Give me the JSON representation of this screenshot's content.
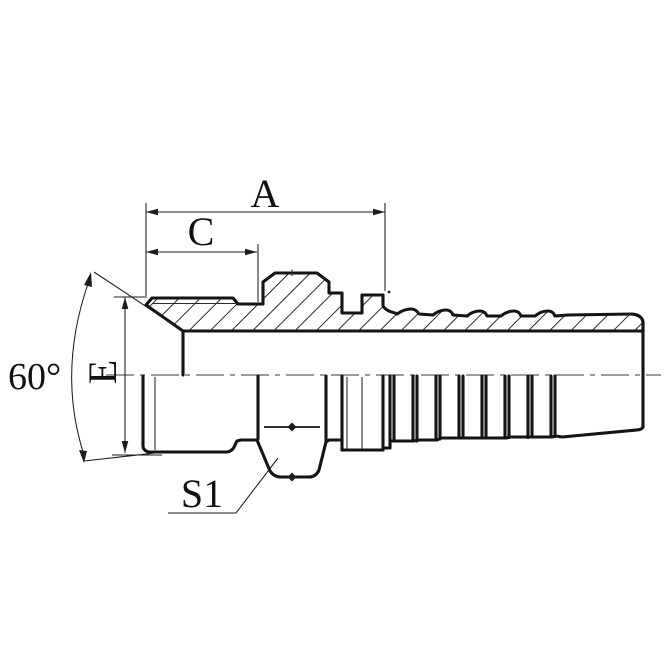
{
  "drawing": {
    "labels": {
      "dim_a": "A",
      "dim_c": "C",
      "dim_e": "E",
      "angle": "60°",
      "hex": "S1"
    },
    "colors": {
      "line": "#141414",
      "dimension": "#1c1c1c",
      "centerline": "#3a3a3a",
      "background": "#ffffff"
    }
  }
}
